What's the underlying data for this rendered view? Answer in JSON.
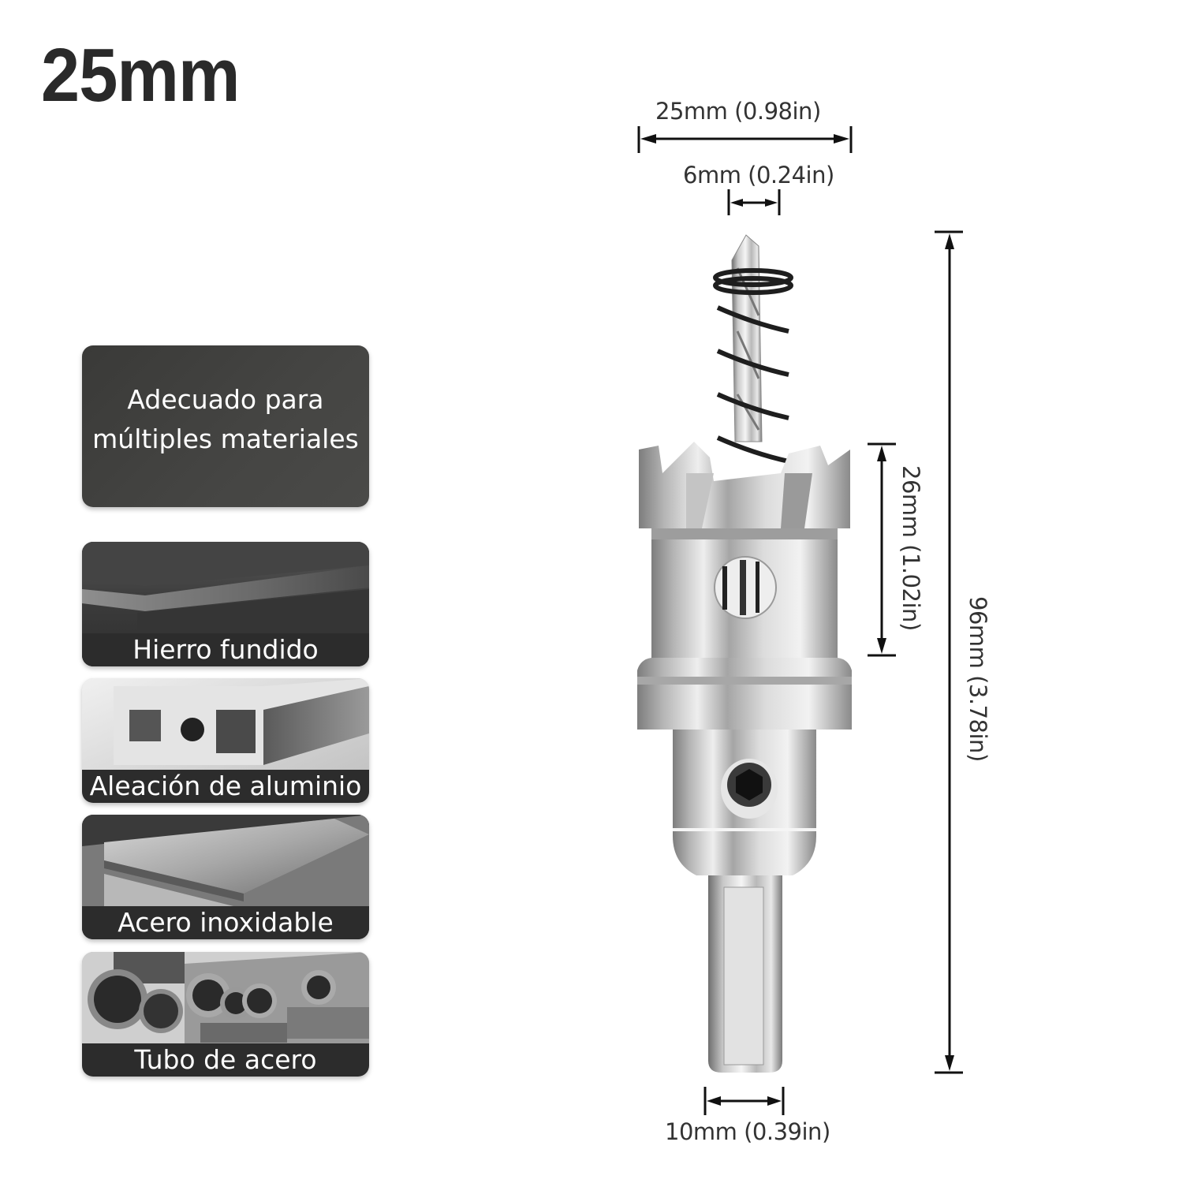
{
  "title": "25mm",
  "materials_panel": {
    "heading": "Adecuado para múltiples materiales",
    "heading_line1": "Adecuado para",
    "heading_line2": "múltiples materiales",
    "items": [
      {
        "label": "Hierro fundido",
        "image": "cast-iron-plate"
      },
      {
        "label": "Aleación de aluminio",
        "image": "aluminum-extrusion-profile"
      },
      {
        "label": "Acero inoxidable",
        "image": "stainless-steel-plates"
      },
      {
        "label": "Tubo de acero",
        "image": "steel-tubes"
      }
    ]
  },
  "product": {
    "name": "hole-saw-cutter-with-pilot-drill",
    "dimensions": {
      "outer_diameter": "25mm (0.98in)",
      "pilot_drill_diameter": "6mm (0.24in)",
      "cutting_depth": "26mm (1.02in)",
      "total_length": "96mm (3.78in)",
      "shank_diameter": "10mm (0.39in)"
    }
  },
  "colors": {
    "title_text": "#2a2a2a",
    "card_dark": "#3c3c3a",
    "label_bar": "#2c2c2c",
    "dimension_line": "#111111",
    "metal_light": "#e6e6e6",
    "metal_dark": "#8a8a8a"
  }
}
